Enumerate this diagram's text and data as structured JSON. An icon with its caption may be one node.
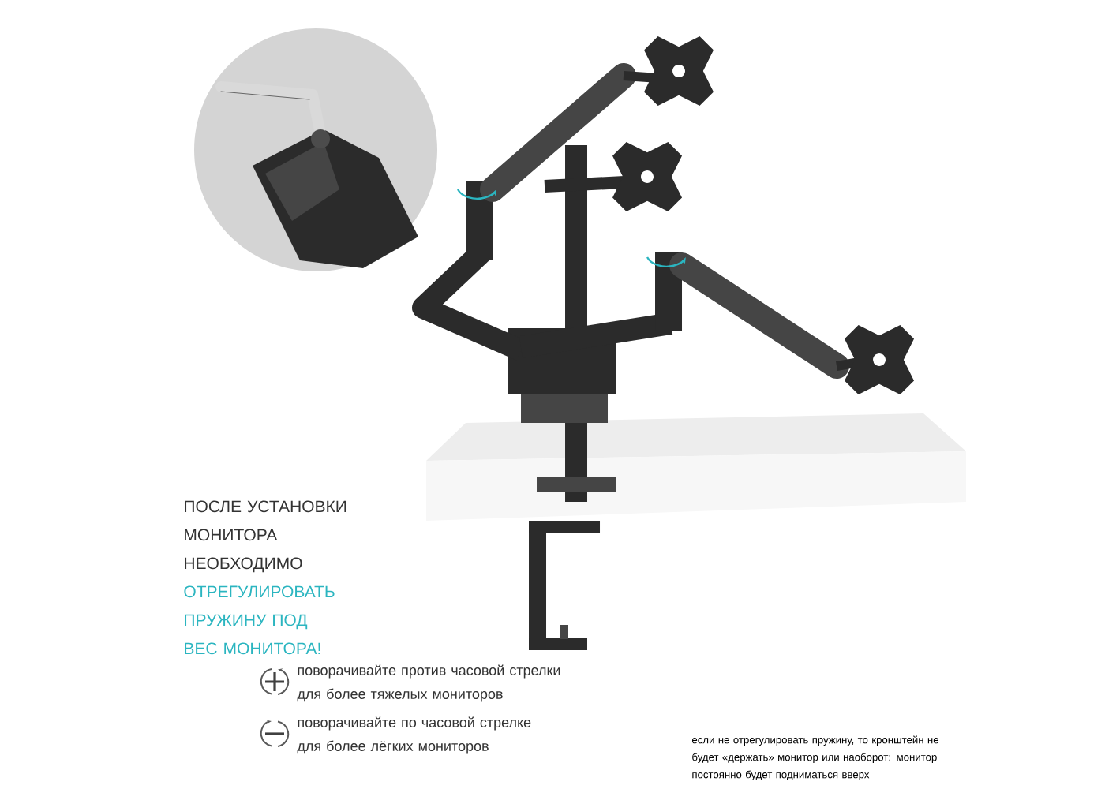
{
  "diagram": {
    "labels": [
      "ПОСЛЕ УСТАНОВКИ МОНИТОРА НЕОБХОДИМО",
      "ОТРЕГУЛИРОВАТЬ ПРУЖИНУ ПОД ВЕС МОНИТОРА!",
      "поворачивайте против часовой стрелки для более тяжелых мониторов",
      "поворачивайте по часовой стрелке для более лёгких мониторов",
      "если не отрегулировать пружину, то кронштейн не будет «держать» монитор или наоборот: монитор постоянно будет подниматься вверх"
    ]
  }
}
